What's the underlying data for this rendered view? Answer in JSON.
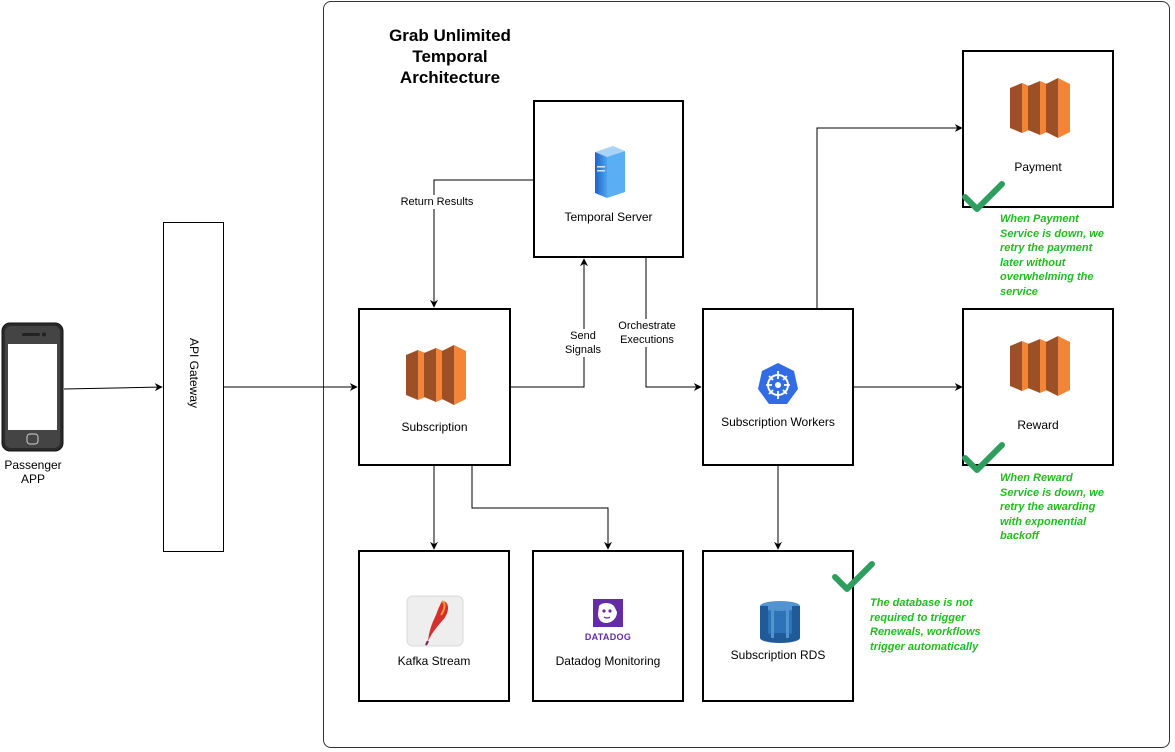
{
  "diagram": {
    "title": "Grab Unlimited Temporal Architecture",
    "title_lines": [
      "Grab Unlimited",
      "Temporal",
      "Architecture"
    ],
    "nodes": {
      "passenger_app": "Passenger APP",
      "api_gateway": "API Gateway",
      "temporal_server": "Temporal Server",
      "subscription": "Subscription",
      "subscription_workers": "Subscription Workers",
      "payment": "Payment",
      "reward": "Reward",
      "kafka_stream": "Kafka Stream",
      "datadog_monitoring": "Datadog Monitoring",
      "datadog_logo_text": "DATADOG",
      "subscription_rds": "Subscription RDS"
    },
    "edge_labels": {
      "return_results": "Return Results",
      "send_signals": "Send Signals",
      "orchestrate_executions": "Orchestrate Executions"
    },
    "notes": {
      "payment": "When Payment Service is down, we retry the payment later without overwhelming the service",
      "reward": "When Reward Service is down, we retry the awarding with exponential backoff",
      "database": "The database is not required to trigger Renewals, workflows trigger automatically"
    },
    "colors": {
      "note_text": "#22bb22",
      "check": "#2e9e5e",
      "aws_orange": "#f58536",
      "aws_orange_dark": "#9d5025",
      "k8s_blue": "#326ce5",
      "rds_blue": "#2e73b8"
    }
  }
}
